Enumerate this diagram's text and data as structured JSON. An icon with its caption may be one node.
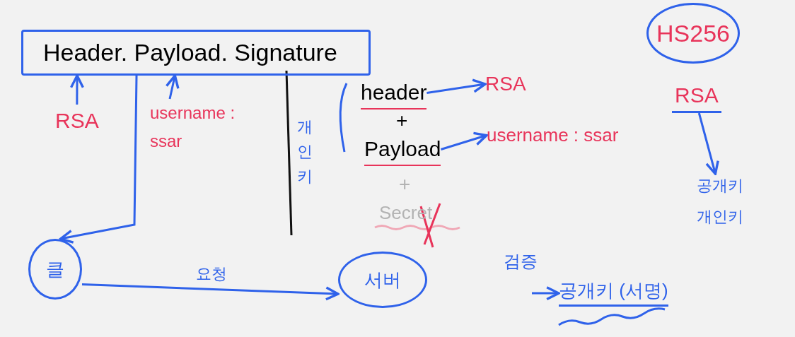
{
  "diagram": {
    "nodes": [
      {
        "text": [
          "Header. Payload. Signature"
        ]
      },
      {
        "text": [
          "RSA"
        ]
      },
      {
        "text": [
          "username : ssar"
        ]
      },
      {
        "text": [
          "개인키"
        ]
      },
      {
        "text": [
          "header"
        ]
      },
      {
        "text": [
          "Payload"
        ]
      },
      {
        "text": [
          "Secret"
        ]
      },
      {
        "text": [
          "RSA"
        ]
      },
      {
        "text": [
          "username : ssar"
        ]
      },
      {
        "text": [
          "HS256"
        ]
      },
      {
        "text": [
          "RSA"
        ]
      },
      {
        "text": [
          "공개키"
        ]
      },
      {
        "text": [
          "개인키"
        ]
      },
      {
        "text": [
          "클"
        ]
      },
      {
        "text": [
          "서버"
        ]
      },
      {
        "text": [
          "검증"
        ]
      },
      {
        "text": [
          "공개키 (서명)"
        ]
      }
    ],
    "edges": [
      {
        "from": 1,
        "to": 0,
        "arrow": "to"
      },
      {
        "from": 2,
        "to": 0,
        "arrow": "to"
      },
      {
        "from": 0,
        "to": 13,
        "arrow": "to"
      },
      {
        "from": 4,
        "to": 7,
        "arrow": "to"
      },
      {
        "from": 5,
        "to": 8,
        "arrow": "to"
      },
      {
        "from": 10,
        "to": 11,
        "arrow": "to"
      },
      {
        "from": 13,
        "to": 14,
        "arrow": "to",
        "label": "요청"
      },
      {
        "from": null,
        "to": 16,
        "arrow": "to"
      }
    ],
    "labels": [
      "+",
      "+"
    ]
  }
}
